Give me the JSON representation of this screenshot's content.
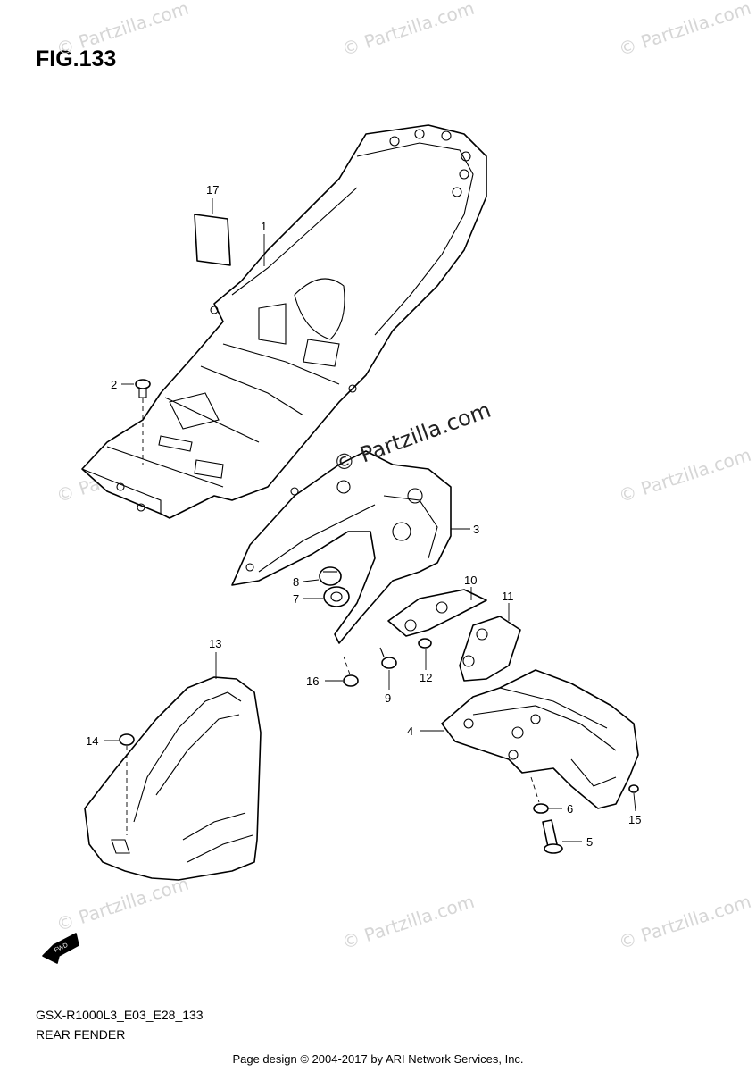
{
  "figure": {
    "title": "FIG.133",
    "model_code": "GSX-R1000L3_E03_E28_133",
    "name": "REAR FENDER"
  },
  "watermark": {
    "text": "© Partzilla.com"
  },
  "fwd_label": "FWD",
  "footer": "Page design © 2004-2017 by ARI Network Services, Inc.",
  "callouts": [
    "1",
    "2",
    "3",
    "4",
    "5",
    "6",
    "7",
    "8",
    "9",
    "10",
    "11",
    "12",
    "13",
    "14",
    "15",
    "16",
    "17"
  ],
  "colors": {
    "line": "#000000",
    "watermark": "#d6d6d6"
  }
}
